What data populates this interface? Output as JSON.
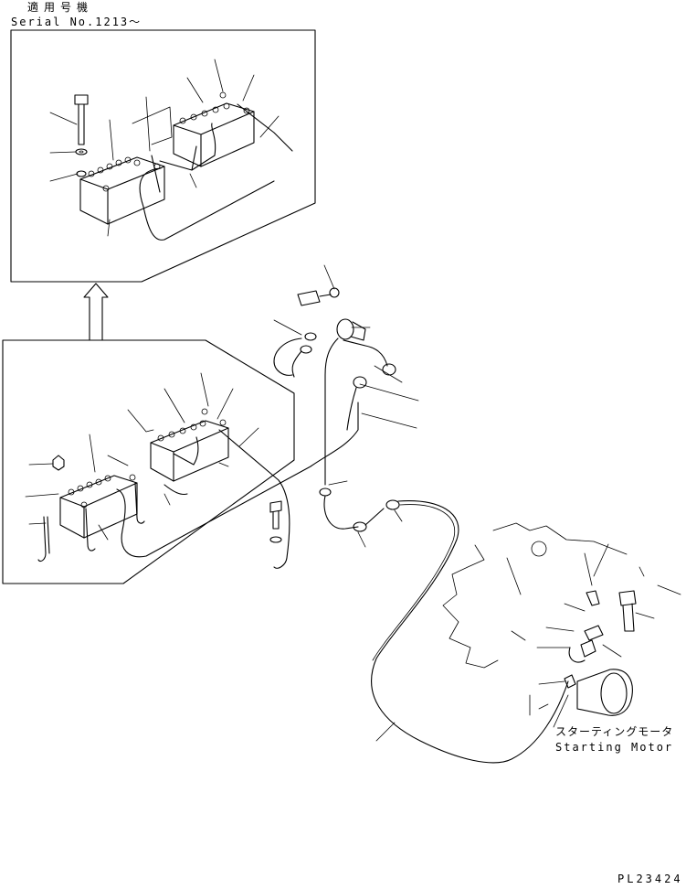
{
  "header": {
    "applicable_models": "適用号機",
    "serial": "Serial No.1213～"
  },
  "callout": {
    "part_name_jp": "スターティングモータ",
    "part_name_en": "Starting Motor"
  },
  "figure_code": "PL23424"
}
